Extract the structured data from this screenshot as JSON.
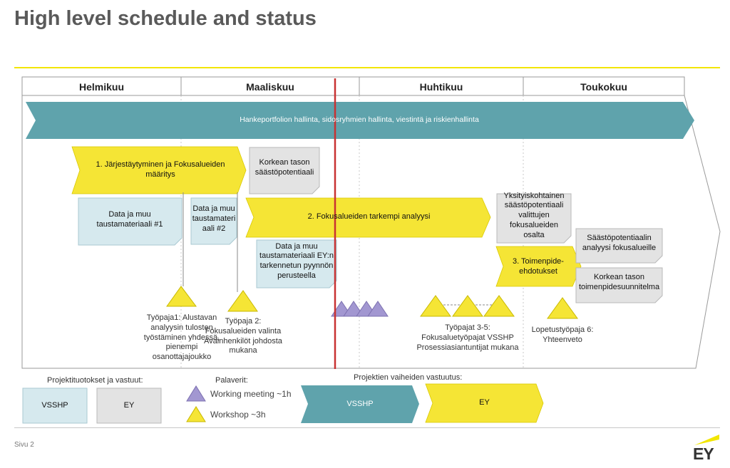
{
  "page": {
    "title": "High level schedule and status",
    "page_number": "Sivu 2",
    "logo": "EY"
  },
  "colors": {
    "teal": "#5fa3ac",
    "yellow": "#f5e535",
    "light_blue": "#d6e9ee",
    "light_gray": "#e3e3e3",
    "purple": "#a297d1",
    "red_line": "#c83232",
    "ey_yellow": "#f2e600"
  },
  "months": [
    "Helmikuu",
    "Maaliskuu",
    "Huhtikuu",
    "Toukokuu"
  ],
  "banner": "Hankeportfolion hallinta, sidosryhmien hallinta, viestintä ja riskienhallinta",
  "phases": {
    "p1": "1. Järjestäytyminen ja Fokusalueiden määritys",
    "p2": "2. Fokusalueiden tarkempi analyysi",
    "p3": "3. Toimenpide-ehdotukset"
  },
  "deliverables": {
    "korkean_saasto": "Korkean tason säästöpotentiaali",
    "data1": "Data ja muu taustamateriaali #1",
    "data2": "Data ja muu taustamateri aali #2",
    "data3": "Data ja muu taustamateriaali EY:n tarkennetun pyynnön perusteella",
    "yksityis": "Yksityiskohtainen säästöpotentiaali valittujen fokusalueiden osalta",
    "saasto_analyysi": "Säästöpotentiaalin analyysi fokusalueille",
    "korkean_toimenpide": "Korkean tason toimenpidesuunnitelma"
  },
  "workshops": {
    "w1": "Työpaja1: Alustavan analyysin tulosten työstäminen yhdessä, pienempi osanottajajoukko",
    "w2": "Työpaja 2: Fokusalueiden valinta Avainhenkilöt johdosta mukana",
    "w35": "Työpajat 3-5: Fokusaluetyöpajat VSSHP Prosessiasiantuntijat mukana",
    "w6": "Lopetustyöpaja 6: Yhteenveto"
  },
  "legend": {
    "deliverables_label": "Projektituotokset ja vastuut:",
    "vsshp": "VSSHP",
    "ey": "EY",
    "meetings_label": "Palaverit:",
    "working_meeting": "Working meeting ~1h",
    "workshop": "Workshop ~3h",
    "phases_label": "Projektien vaiheiden vastuutus:",
    "phase_vsshp": "VSSHP",
    "phase_ey": "EY"
  },
  "icons": {
    "workshop": "triangle-yellow",
    "working_meeting": "triangle-purple",
    "today_marker": "red-vertical-line"
  }
}
